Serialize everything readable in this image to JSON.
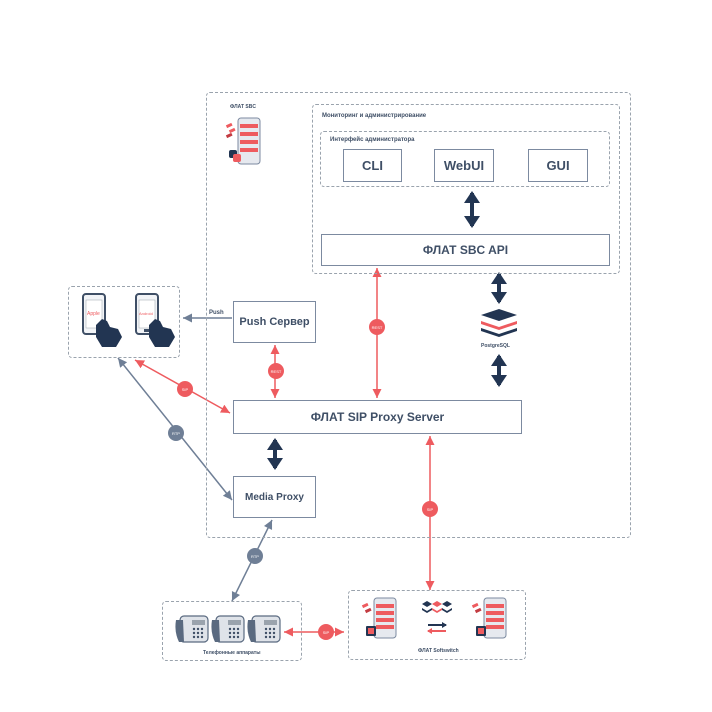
{
  "sbc_title": "ФЛАТ SBC",
  "monitoring_title": "Мониторинг и администрирование",
  "admin_iface_title": "Интерфейс администратора",
  "cli": "CLI",
  "webui": "WebUI",
  "gui": "GUI",
  "sbc_api": "ФЛАТ SBC API",
  "postgres": "PostgreSQL",
  "push_server": "Push Сервер",
  "push_label": "Push",
  "sip_proxy": "ФЛАТ SIP Proxy Server",
  "media_proxy": "Media Proxy",
  "phone_apple": "Apple",
  "phone_android": "Android",
  "phones_title": "Телефонные аппараты",
  "softswitch_title": "ФЛАТ Softswitch",
  "badges": {
    "rest_push": "REST",
    "rest_api": "REST",
    "sip_phones": "SIP",
    "rtp_phones": "RTP",
    "sip_softswitch": "SIP",
    "rtp_media": "RTP",
    "sip_desk": "SIP"
  },
  "colors": {
    "red": "#ee5b5f",
    "navy": "#223552",
    "slate": "#6f7f96",
    "text": "#3f4f66"
  }
}
